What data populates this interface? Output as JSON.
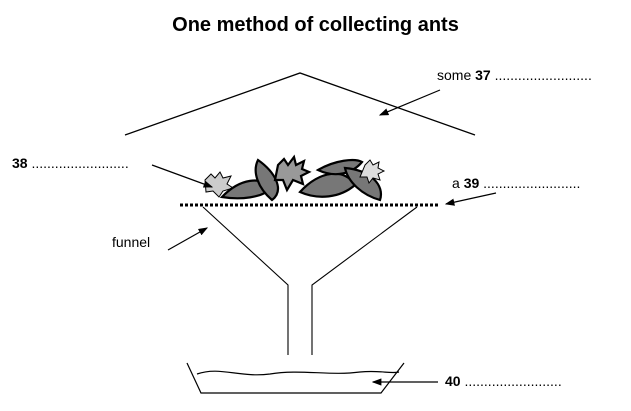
{
  "title": "One method of collecting ants",
  "labels": {
    "q37": {
      "prefix": "some ",
      "number": "37",
      "blank": " ........................."
    },
    "q38": {
      "prefix": "",
      "number": "38",
      "blank": " ........................."
    },
    "q39": {
      "prefix": "a ",
      "number": "39",
      "blank": " ........................."
    },
    "q40": {
      "prefix": "",
      "number": "40",
      "blank": " ........................."
    },
    "funnel": "funnel"
  }
}
